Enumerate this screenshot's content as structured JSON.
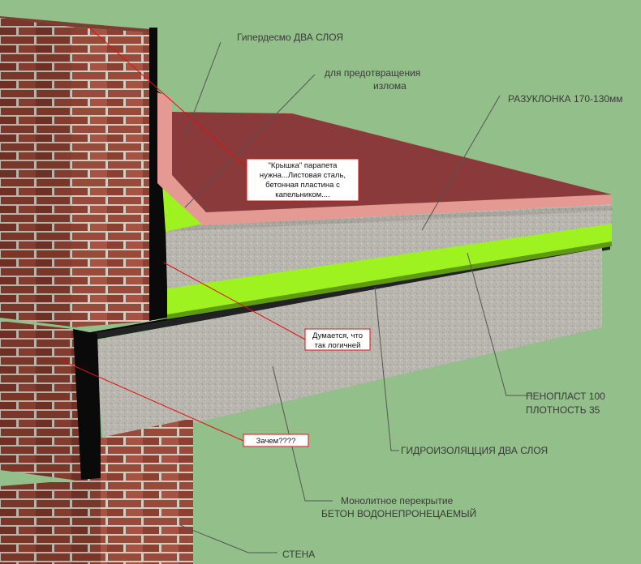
{
  "labels": {
    "hyperdesmo": "Гипердесмо ДВА СЛОЯ",
    "prevent_line1": "для  предотвращения",
    "prevent_line2": "излома",
    "slope": "РАЗУКЛОНКА 170-130мм",
    "foam_line1": "ПЕНОПЛАСТ 100",
    "foam_line2": "ПЛОТНОСТЬ 35",
    "waterproof": "ГИДРОИЗОЛЯЦЦИЯ ДВА СЛОЯ",
    "slab_line1": "Монолитное перекрытие",
    "slab_line2": "БЕТОН ВОДОНЕПРОНЕЦАЕМЫЙ",
    "wall": "СТЕНА"
  },
  "notes": {
    "cap_line1": "\"Крышка\" парапета",
    "cap_line2": "нужна...Листовая сталь,",
    "cap_line3": "бетонная пластина с",
    "cap_line4": "капельником....",
    "logic_line1": "Думается, что",
    "logic_line2": "так логичней",
    "why": "Зачем????"
  },
  "colors": {
    "background": "#93bf8a",
    "brick": "#9a4a3a",
    "mortar": "#d2cbc0",
    "concrete": "#b9b6b0",
    "foam": "#9ef21f",
    "membrane": "#0a0a0a",
    "roof_top": "#8a3a3a",
    "roof_edge": "#e49a92",
    "annotation": "#e01010"
  }
}
